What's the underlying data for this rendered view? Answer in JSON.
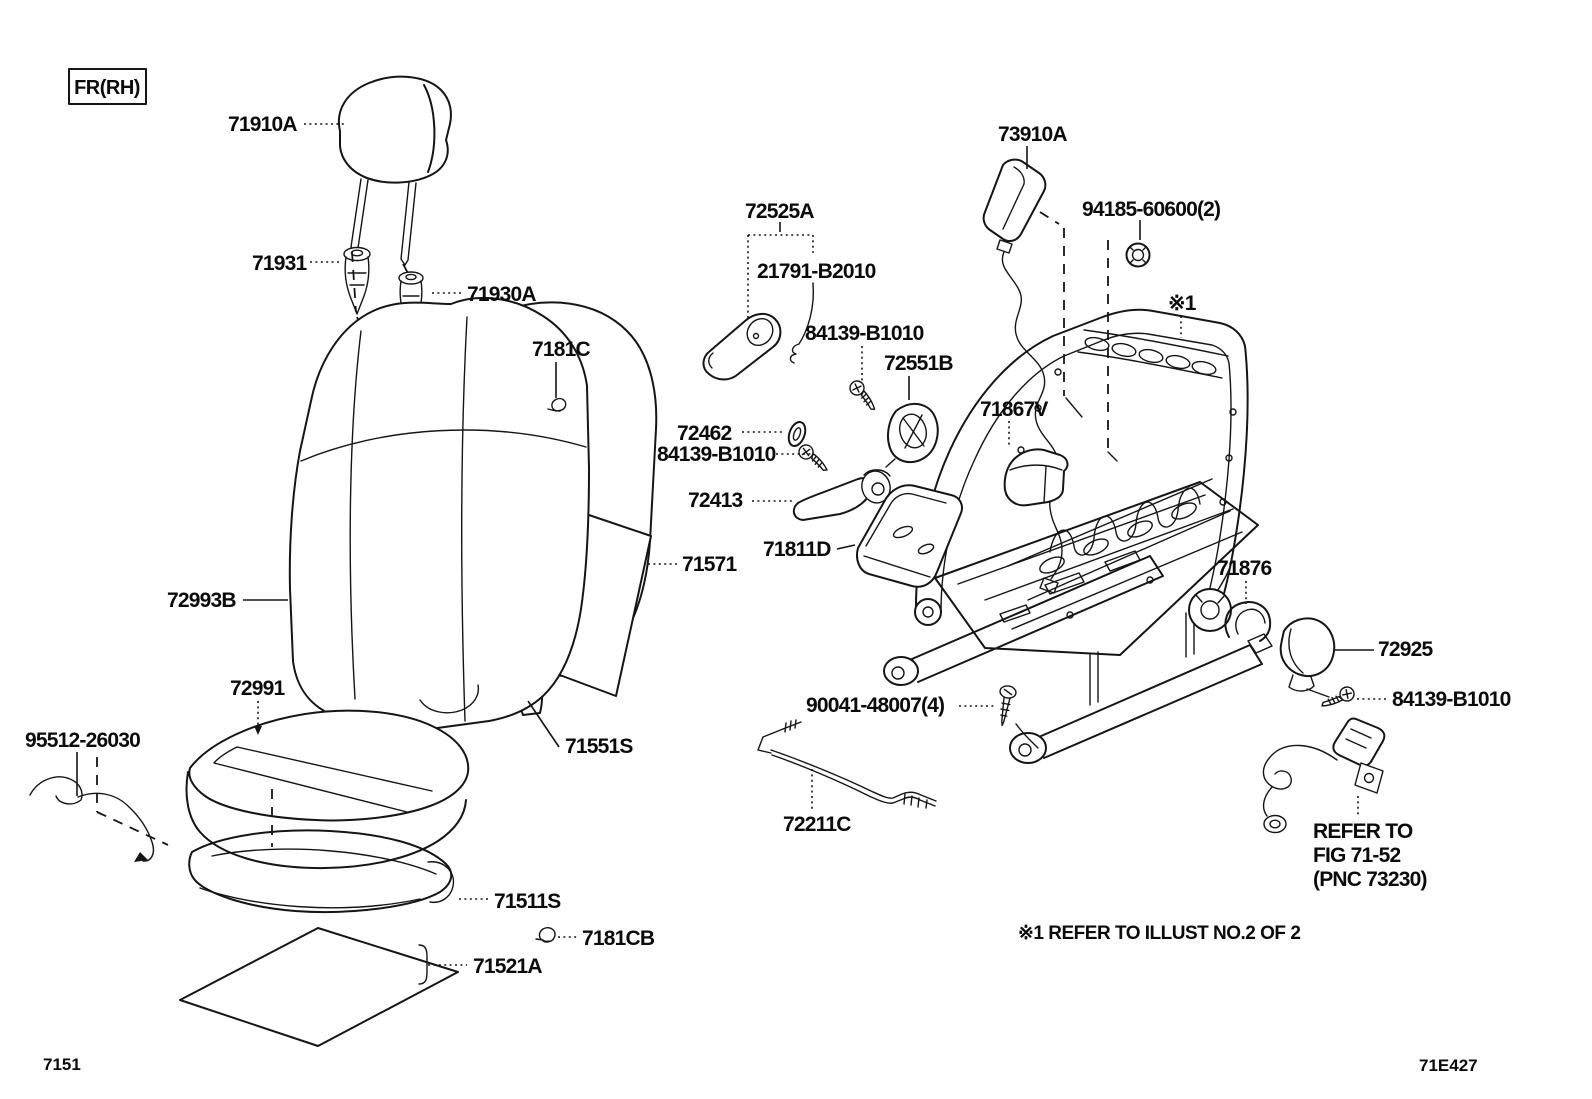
{
  "direction_badge": "FR(RH)",
  "corner_code_left": "7151",
  "corner_code_right": "71E427",
  "frame_marker": "※1",
  "footnote": "※1 REFER TO ILLUST NO.2 OF 2",
  "refer_note": [
    "REFER TO",
    "FIG 71-52",
    "(PNC 73230)"
  ],
  "part_labels": [
    "71910A",
    "71931",
    "71930A",
    "7181C",
    "72525A",
    "21791-B2010",
    "84139-B1010",
    "72551B",
    "72462",
    "84139-B1010",
    "72413",
    "71811D",
    "72993B",
    "71571",
    "71551S",
    "72991",
    "95512-26030",
    "71511S",
    "7181CB",
    "71521A",
    "73910A",
    "94185-60600(2)",
    "71867V",
    "90041-48007(4)",
    "72211C",
    "71876",
    "72925",
    "84139-B1010"
  ],
  "line_color": "#151515",
  "background_color": "#ffffff"
}
